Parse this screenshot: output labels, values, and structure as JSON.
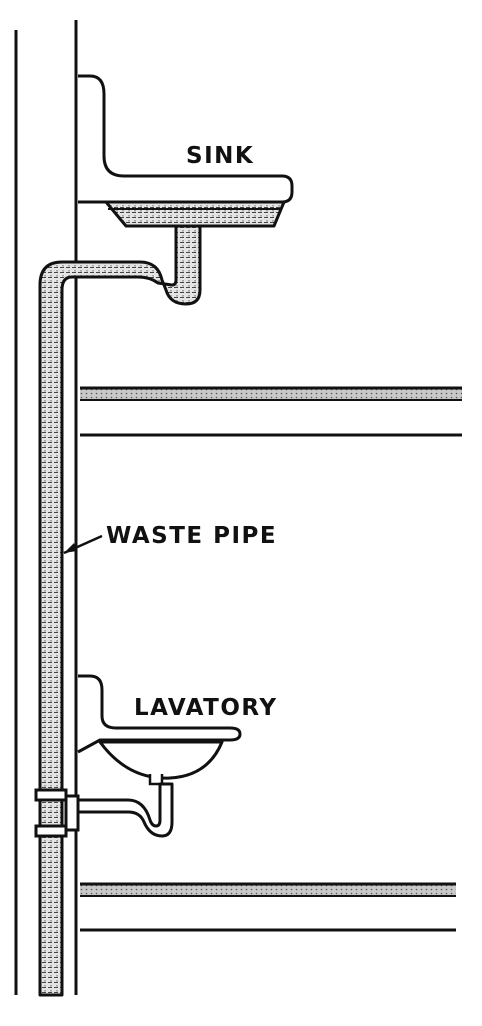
{
  "labels": {
    "sink": "SINK",
    "waste_pipe": "WASTE PIPE",
    "lavatory": "LAVATORY"
  },
  "colors": {
    "ink": "#111111",
    "water_fill": "#d6d6d6",
    "background": "#ffffff"
  }
}
